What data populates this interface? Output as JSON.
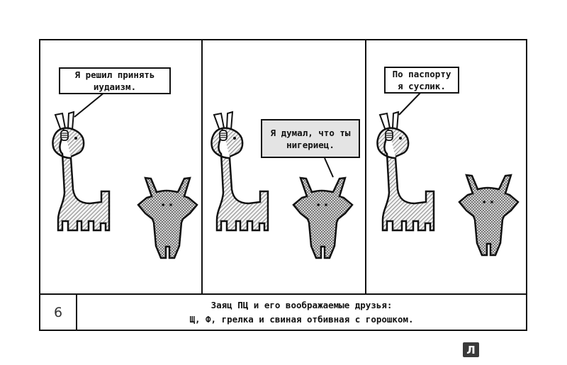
{
  "panels": [
    {
      "bubble_lines": [
        "Я решил принять",
        "иудаизм."
      ]
    },
    {
      "bubble_lines": [
        "Я думал, что ты",
        "нигериец."
      ]
    },
    {
      "bubble_lines": [
        "По паспорту",
        "я суслик."
      ]
    }
  ],
  "page_number": "6",
  "caption_lines": [
    "Заяц ПЦ и его воображаемые друзья:",
    "Щ, Ф, грелка и свиная отбивная с горошком."
  ],
  "logo_letter": "Л"
}
